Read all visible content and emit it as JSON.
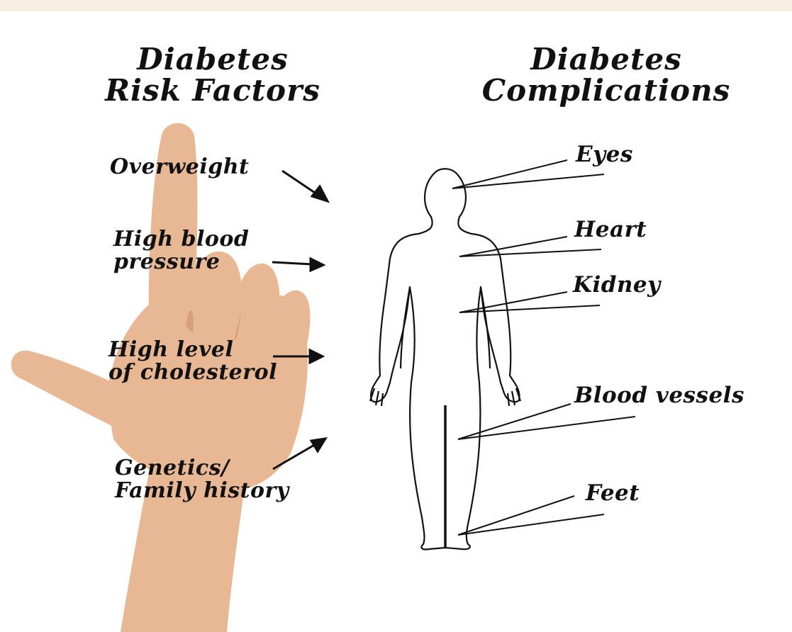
{
  "colors": {
    "top_band": "#f7ede2",
    "background": "#ffffff",
    "ink": "#111111",
    "skin": "#e8b894",
    "skin_shadow": "#c98f6c"
  },
  "icons": {
    "hand": "pointing-hand-image",
    "body": "human-body-outline-icon"
  },
  "risk_factors": {
    "heading_line1": "Diabetes",
    "heading_line2": "Risk Factors",
    "items": [
      {
        "line1": "Overweight",
        "line2": ""
      },
      {
        "line1": "High blood",
        "line2": "pressure"
      },
      {
        "line1": "High level",
        "line2": "of cholesterol"
      },
      {
        "line1": "Genetics/",
        "line2": "Family history"
      }
    ]
  },
  "complications": {
    "heading_line1": "Diabetes",
    "heading_line2": "Complications",
    "items": [
      {
        "label": "Eyes"
      },
      {
        "label": "Heart"
      },
      {
        "label": "Kidney"
      },
      {
        "label": "Blood vessels"
      },
      {
        "label": "Feet"
      }
    ]
  }
}
